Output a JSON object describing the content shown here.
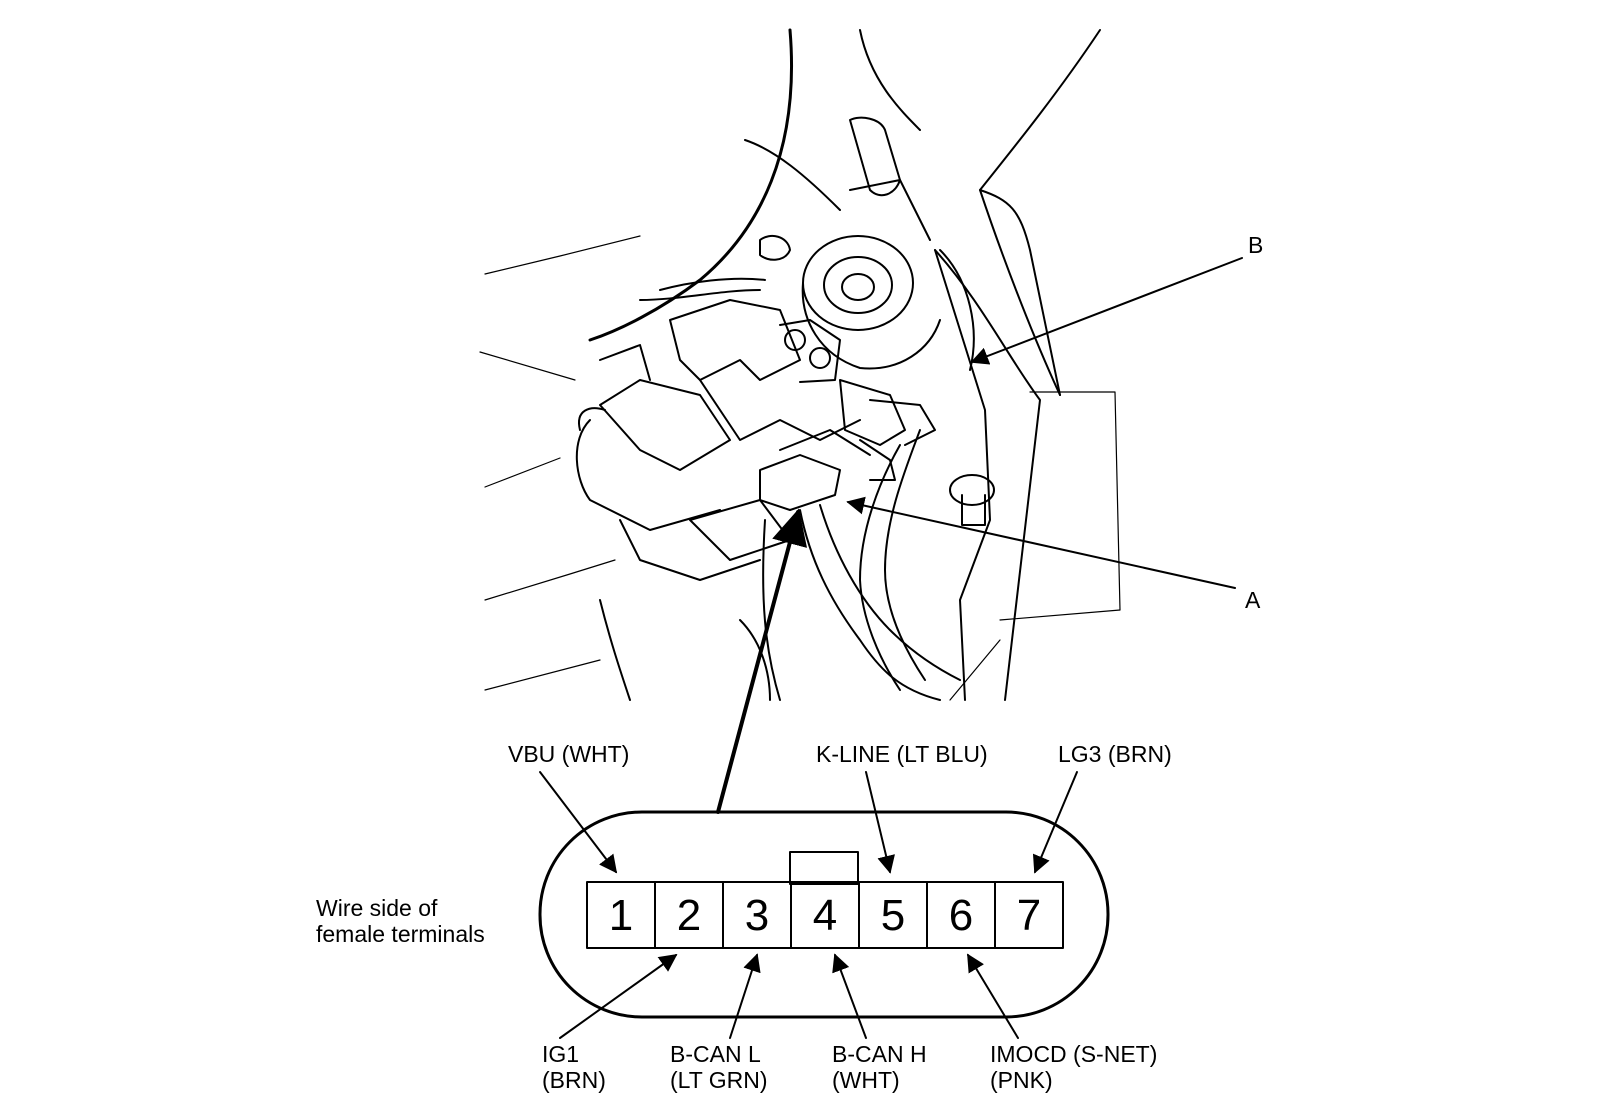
{
  "callouts": {
    "a": "A",
    "b": "B"
  },
  "connector": {
    "side_label_line1": "Wire side of",
    "side_label_line2": "female terminals",
    "pins": [
      "1",
      "2",
      "3",
      "4",
      "5",
      "6",
      "7"
    ]
  },
  "top_wires": {
    "vbu": "VBU (WHT)",
    "kline": "K-LINE (LT BLU)",
    "lg3": "LG3 (BRN)"
  },
  "bottom_wires": {
    "ig1_name": "IG1",
    "ig1_color": "(BRN)",
    "bcanl_name": "B-CAN L",
    "bcanl_color": "(LT GRN)",
    "bcanh_name": "B-CAN H",
    "bcanh_color": "(WHT)",
    "imocd_name": "IMOCD (S-NET)",
    "imocd_color": "(PNK)"
  }
}
